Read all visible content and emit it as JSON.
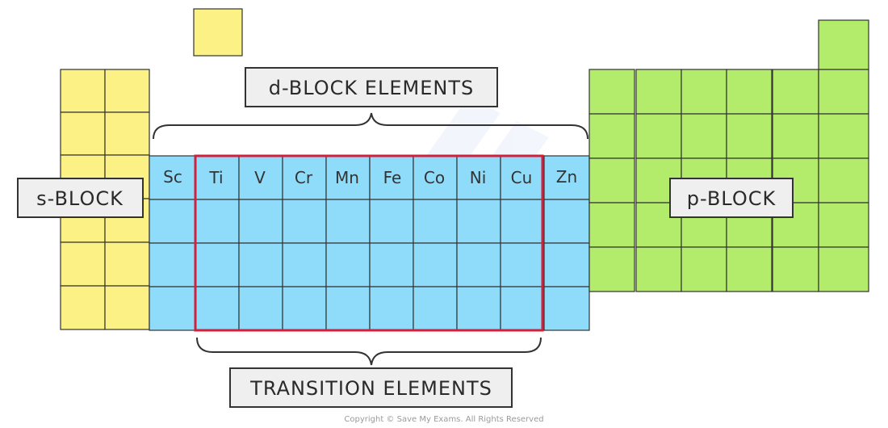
{
  "colors": {
    "s_block": "#fbf184",
    "d_block": "#8fdcfa",
    "transition_fill": "#8fdcfa",
    "p_block": "#b3ec6a",
    "outline": "#333333",
    "highlight": "#d21f3c",
    "label_bg": "#efefef"
  },
  "labels": {
    "d_block": "d-BLOCK ELEMENTS",
    "s_block": "s-BLOCK",
    "p_block": "p-BLOCK",
    "transition": "TRANSITION ELEMENTS"
  },
  "elements": [
    "Sc",
    "Ti",
    "V",
    "Cr",
    "Mn",
    "Fe",
    "Co",
    "Ni",
    "Cu",
    "Zn"
  ],
  "footer": {
    "copyright": "Copyright © Save My Exams. All Rights Reserved"
  }
}
